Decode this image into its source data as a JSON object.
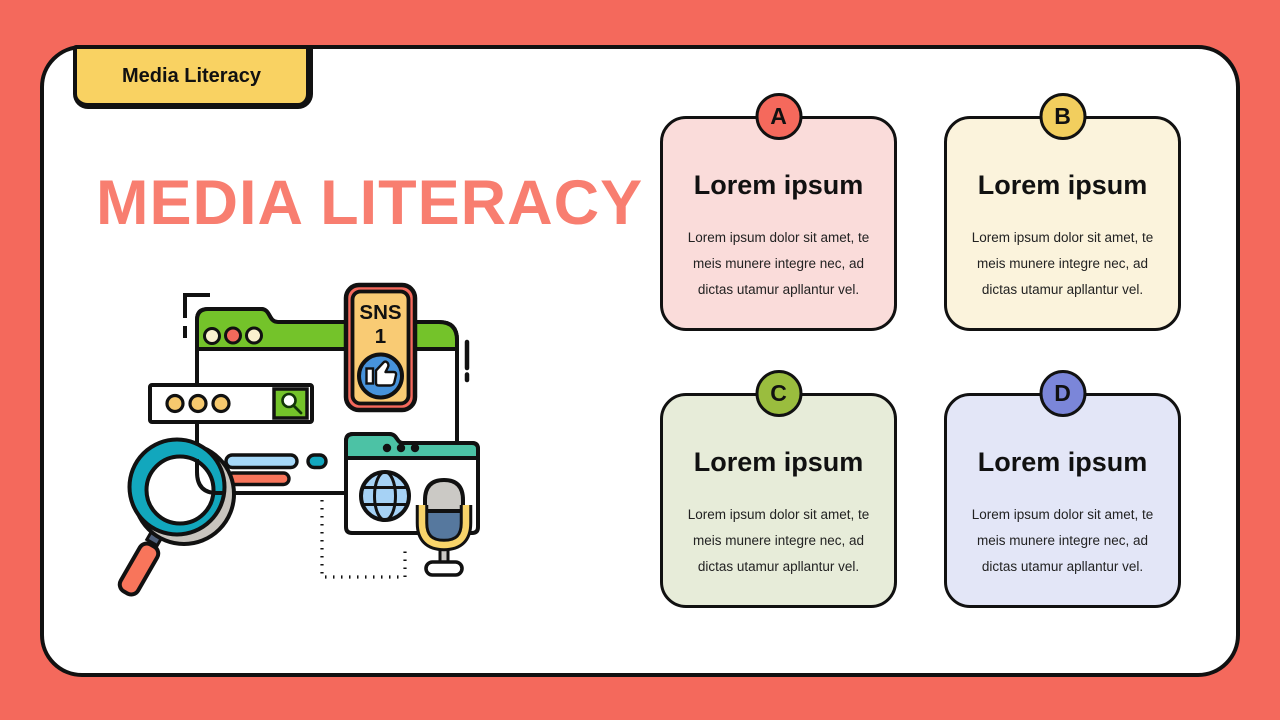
{
  "slide": {
    "tag": "Media Literacy",
    "title": "MEDIA LITERACY",
    "background_color": "#F4695C",
    "panel_color": "#FFFFFF",
    "tag_color": "#F9D262",
    "title_color": "#F87E70"
  },
  "cards": [
    {
      "letter": "A",
      "heading": "Lorem ipsum",
      "body": "Lorem ipsum dolor sit amet, te\nmeis munere integre nec, ad\ndictas utamur apllantur vel.",
      "bg": "#FADCDA",
      "badge": "#F5695C"
    },
    {
      "letter": "B",
      "heading": "Lorem ipsum",
      "body": "Lorem ipsum dolor sit amet, te\nmeis munere integre nec, ad\ndictas utamur apllantur vel.",
      "bg": "#FBF3DC",
      "badge": "#F2CE5E"
    },
    {
      "letter": "C",
      "heading": "Lorem ipsum",
      "body": "Lorem ipsum dolor sit amet, te\nmeis munere integre nec, ad\ndictas utamur apllantur vel.",
      "bg": "#E7ECD9",
      "badge": "#9ABD3E"
    },
    {
      "letter": "D",
      "heading": "Lorem ipsum",
      "body": "Lorem ipsum dolor sit amet, te\nmeis munere integre nec, ad\ndictas utamur apllantur vel.",
      "bg": "#E3E6F7",
      "badge": "#7B86D9"
    }
  ],
  "illustration": {
    "sns_label": "SNS",
    "sns_number": "1",
    "icons": [
      "browser-window-icon",
      "search-bar-icon",
      "sns-phone-icon",
      "thumbs-up-icon",
      "folder-icon",
      "globe-icon",
      "microphone-icon",
      "magnifier-icon"
    ]
  }
}
